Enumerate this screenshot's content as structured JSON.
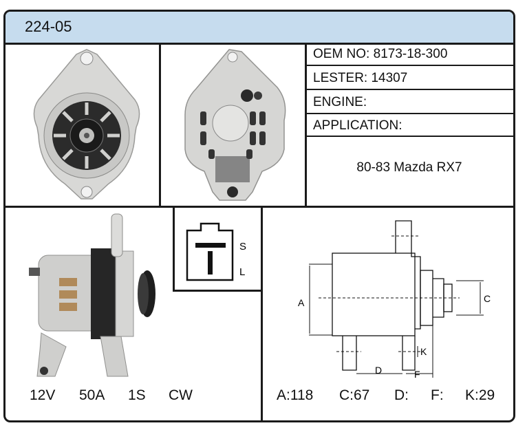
{
  "title": "224-05",
  "specs": {
    "oem_label": "OEM NO:",
    "oem_value": "8173-18-300",
    "lester_label": "LESTER:",
    "lester_value": "14307",
    "engine_label": "ENGINE:",
    "application_label": "APPLICATION:",
    "application_value": "80-83 Mazda RX7"
  },
  "connector": {
    "s_label": "S",
    "l_label": "L"
  },
  "electrical": {
    "voltage": "12V",
    "amperage": "50A",
    "regulator": "1S",
    "rotation": "CW"
  },
  "diagram_labels": {
    "a": "A",
    "c": "C",
    "d": "D",
    "f": "F",
    "k": "K"
  },
  "dimensions": {
    "a": "A:118",
    "c": "C:67",
    "d": "D:",
    "f": "F:",
    "k": "K:29"
  }
}
